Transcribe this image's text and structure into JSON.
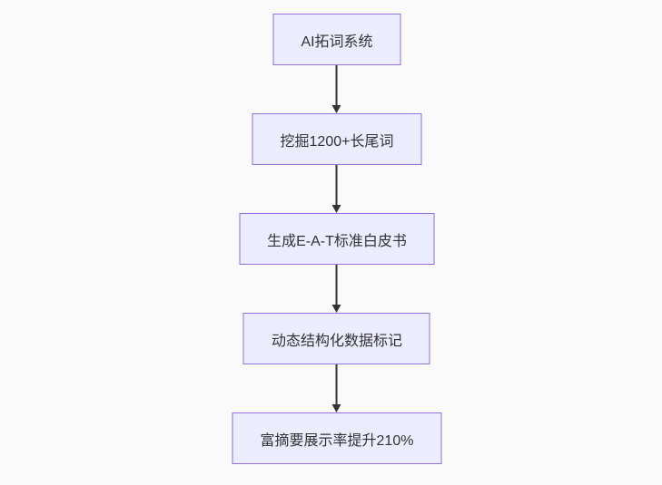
{
  "diagram": {
    "type": "flowchart",
    "direction": "top-down",
    "colors": {
      "background": "#fafafa",
      "node_fill": "#ECECFF",
      "node_border": "#9370DB",
      "arrow": "#333333",
      "text": "#333333"
    },
    "nodes": [
      {
        "id": "A",
        "label": "AI拓词系统"
      },
      {
        "id": "B",
        "label": "挖掘1200+长尾词"
      },
      {
        "id": "C",
        "label": "生成E-A-T标准白皮书"
      },
      {
        "id": "D",
        "label": "动态结构化数据标记"
      },
      {
        "id": "E",
        "label": "富摘要展示率提升210%"
      }
    ],
    "edges": [
      {
        "from": "A",
        "to": "B"
      },
      {
        "from": "B",
        "to": "C"
      },
      {
        "from": "C",
        "to": "D"
      },
      {
        "from": "D",
        "to": "E"
      }
    ]
  }
}
